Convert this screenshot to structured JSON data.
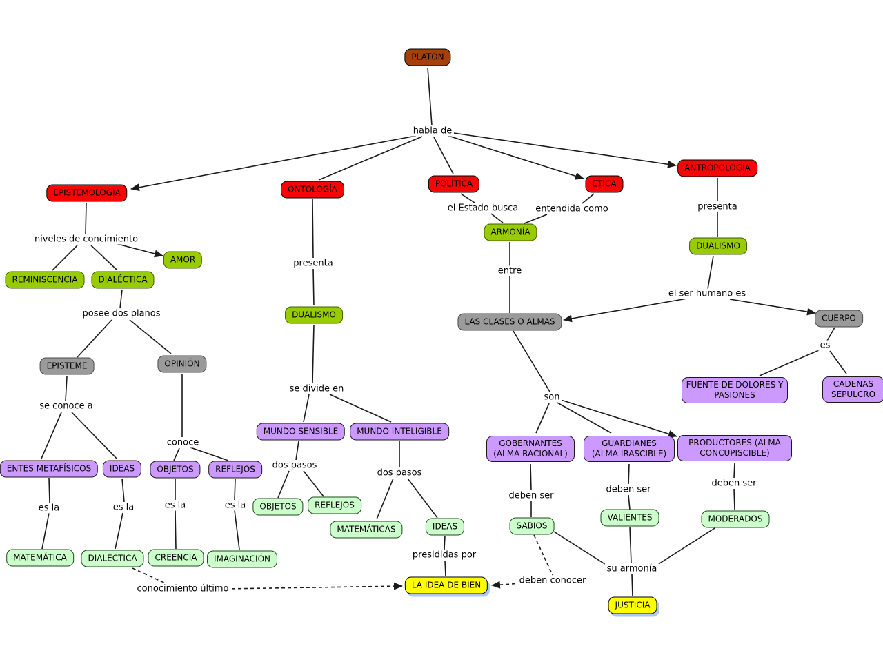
{
  "palette": {
    "root_brown": "#a54008",
    "branch_red": "#f90505",
    "concept_olive_green": "#99cc00",
    "plane_gray": "#9a9a9a",
    "world_purple": "#cc99ff",
    "level_light_green": "#ccffcc",
    "highlight_yellow": "#ffff00",
    "yellow_shadow_blue": "#a9c9f7",
    "line_black": "#1a1a1a"
  },
  "nodes": {
    "platon": {
      "label": "PLATÓN"
    },
    "epistemologia": {
      "label": "EPISTEMOLOGÍA"
    },
    "ontologia": {
      "label": "ONTOLOGÍA"
    },
    "politica": {
      "label": "POLÍTICA"
    },
    "etica": {
      "label": "ÉTICA"
    },
    "antropologia": {
      "label": "ANTROPOLOGÍA"
    },
    "amor": {
      "label": "AMOR"
    },
    "reminiscencia": {
      "label": "REMINISCENCIA"
    },
    "dialectica": {
      "label": "DIALÉCTICA"
    },
    "episteme": {
      "label": "EPISTEME"
    },
    "opinion": {
      "label": "OPINIÓN"
    },
    "entes_metafisicos": {
      "label": "ENTES METAFÍSICOS"
    },
    "ideas": {
      "label": "IDEAS"
    },
    "objetos": {
      "label": "OBJETOS"
    },
    "reflejos": {
      "label": "REFLEJOS"
    },
    "matematica": {
      "label": "MATEMÁTICA"
    },
    "dialectica_nivel": {
      "label": "DIALÉCTICA"
    },
    "creencia": {
      "label": "CREENCIA"
    },
    "imaginacion": {
      "label": "IMAGINACIÓN"
    },
    "dualismo_ontologia": {
      "label": "DUALISMO"
    },
    "mundo_sensible": {
      "label": "MUNDO SENSIBLE"
    },
    "mundo_inteligible": {
      "label": "MUNDO INTELIGIBLE"
    },
    "objetos_paso": {
      "label": "OBJETOS"
    },
    "reflejos_paso": {
      "label": "REFLEJOS"
    },
    "matematicas": {
      "label": "MATEMÁTICAS"
    },
    "ideas_paso": {
      "label": "IDEAS"
    },
    "la_idea_de_bien": {
      "label": "LA IDEA DE BIEN"
    },
    "armonia": {
      "label": "ARMONÍA"
    },
    "las_clases_o_almas": {
      "label": "LAS CLASES O ALMAS"
    },
    "dualismo_antropologia": {
      "label": "DUALISMO"
    },
    "cuerpo": {
      "label": "CUERPO"
    },
    "fuente_de_dolores": {
      "label": "FUENTE DE DOLORES Y PASIONES"
    },
    "cadenas_sepulcro": {
      "label": "CADENAS SEPULCRO"
    },
    "gobernantes": {
      "label": "GOBERNANTES (ALMA RACIONAL)"
    },
    "guardianes": {
      "label": "GUARDIANES (ALMA IRASCIBLE)"
    },
    "productores": {
      "label": "PRODUCTORES (ALMA CONCUPISCIBLE)"
    },
    "sabios": {
      "label": "SABIOS"
    },
    "valientes": {
      "label": "VALIENTES"
    },
    "moderados": {
      "label": "MODERADOS"
    },
    "justicia": {
      "label": "JUSTICIA"
    }
  },
  "edge_labels": {
    "habla_de": "habla de",
    "niveles_de_concimiento": "niveles de concimiento",
    "posee_dos_planos": "posee dos planos",
    "se_conoce_a": "se conoce a",
    "conoce": "conoce",
    "es_la": "es la",
    "conocimiento_ultimo": "conocimiento último",
    "presenta": "presenta",
    "se_divide_en": "se divide en",
    "dos_pasos": "dos pasos",
    "presididas_por": "presididas por",
    "el_estado_busca": "el Estado busca",
    "entendida_como": "entendida como",
    "entre": "entre",
    "el_ser_humano_es": "el ser humano es",
    "es": "es",
    "son": "son",
    "deben_ser": "deben ser",
    "su_armonia": "su armonía",
    "deben_conocer": "deben conocer"
  }
}
